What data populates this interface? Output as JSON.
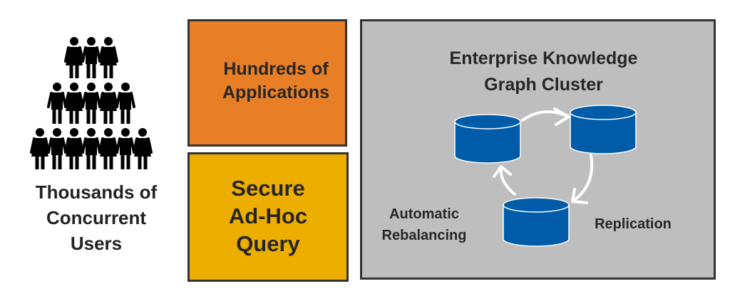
{
  "users": {
    "icon": "people-crowd-icon",
    "rows": [
      [
        "woman",
        "man",
        "woman"
      ],
      [
        "man",
        "woman",
        "man",
        "woman",
        "man"
      ],
      [
        "woman",
        "man",
        "woman",
        "man",
        "woman",
        "man",
        "woman"
      ]
    ],
    "label_lines": [
      "Thousands of",
      "Concurrent",
      "Users"
    ]
  },
  "applications": {
    "label_lines": [
      "Hundreds of",
      "Applications"
    ],
    "color": "#e87f27"
  },
  "query": {
    "label_lines": [
      "Secure",
      "Ad-Hoc",
      "Query"
    ],
    "color": "#eeae00"
  },
  "cluster": {
    "title_lines": [
      "Enterprise Knowledge",
      "Graph Cluster"
    ],
    "color": "#bebebe",
    "node_color": "#005ca8",
    "nodes": [
      "database-node-1",
      "database-node-2",
      "database-node-3"
    ],
    "labels": {
      "rebalancing_lines": [
        "Automatic",
        "Rebalancing"
      ],
      "replication": "Replication"
    }
  }
}
